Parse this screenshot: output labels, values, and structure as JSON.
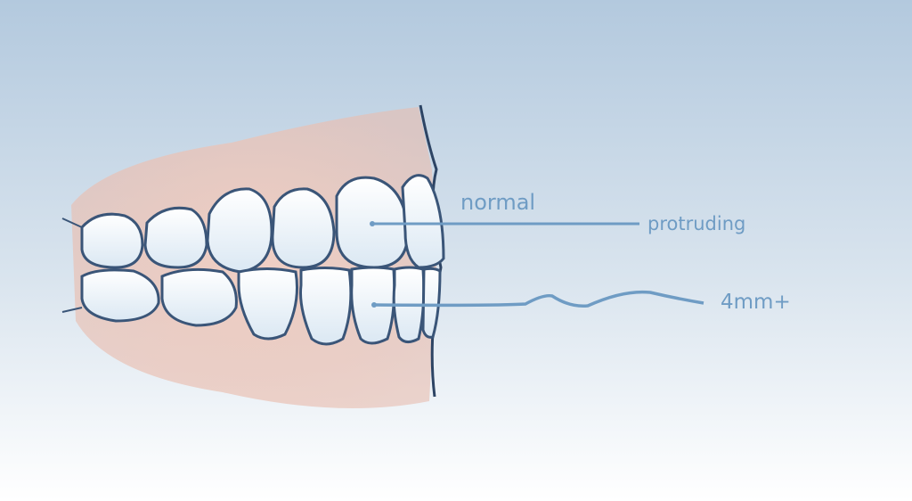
{
  "labels": {
    "normal": "normal",
    "protruding": "protruding",
    "measurement": "4mm+"
  },
  "colors": {
    "line": "#6f9cc4",
    "gum": "#ecc3b6",
    "tooth": "#f7fbfe",
    "outline": "#3a5578"
  }
}
